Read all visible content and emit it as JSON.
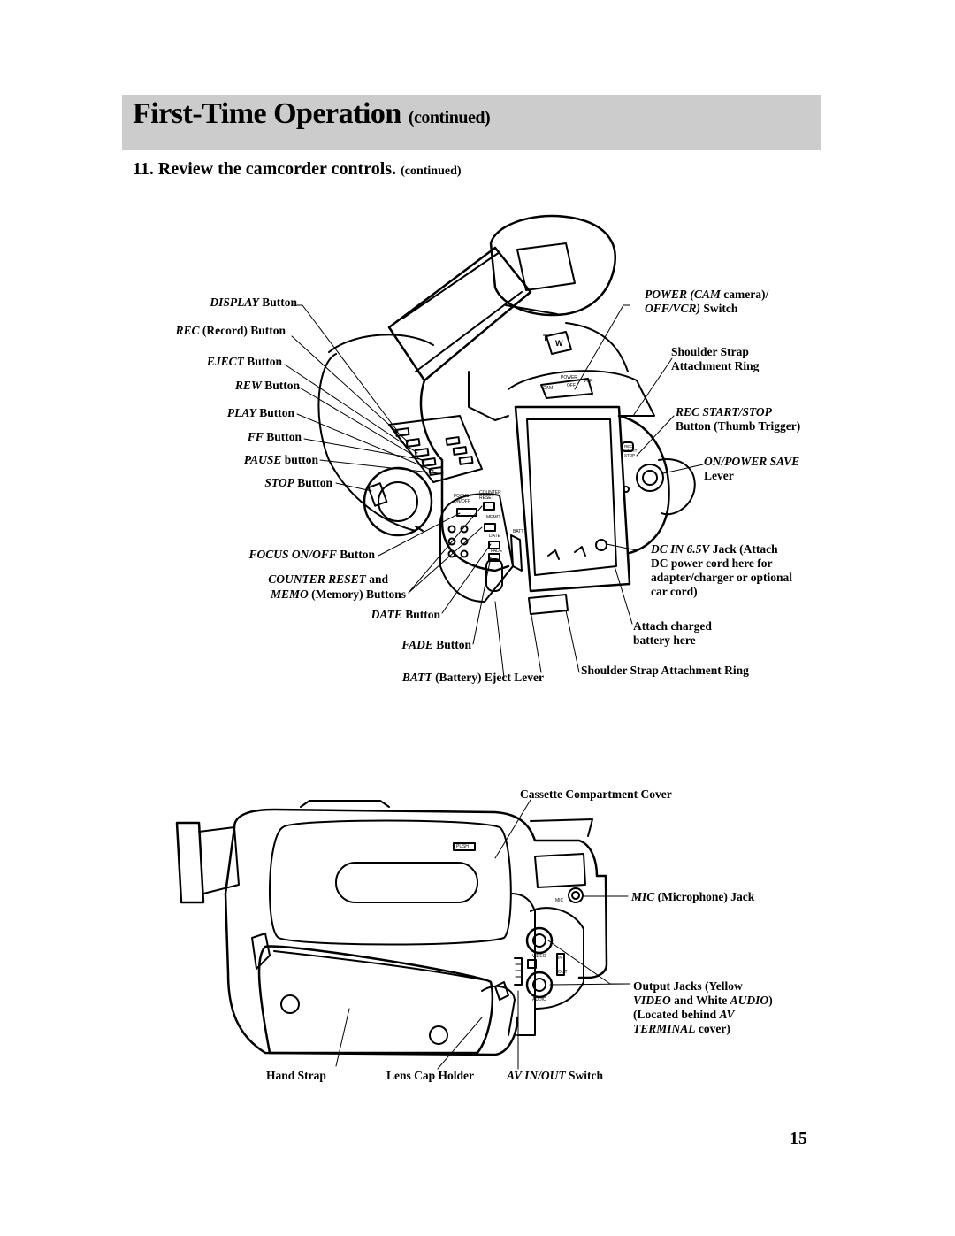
{
  "header": {
    "title": "First-Time Operation",
    "title_suffix": "(continued)"
  },
  "step": {
    "text": "11. Review the camcorder controls.",
    "suffix": "(continued)"
  },
  "top_labels": {
    "display_btn": {
      "em": "DISPLAY",
      "rest": " Button"
    },
    "rec_btn": {
      "em": "REC",
      "rest": " (Record) Button"
    },
    "eject_btn": {
      "em": "EJECT",
      "rest": " Button"
    },
    "rew_btn": {
      "em": "REW",
      "rest": " Button"
    },
    "play_btn": {
      "em": "PLAY",
      "rest": " Button"
    },
    "ff_btn": {
      "em": "FF",
      "rest": " Button"
    },
    "pause_btn": {
      "em": "PAUSE",
      "rest": " button"
    },
    "stop_btn": {
      "em": "STOP",
      "rest": " Button"
    },
    "focus_btn": {
      "em": "FOCUS ON/OFF",
      "rest": " Button"
    },
    "counter_reset_line1": {
      "em": "COUNTER RESET",
      "rest": " and"
    },
    "memo_line2": {
      "em": "MEMO",
      "rest": " (Memory) Buttons"
    },
    "date_btn": {
      "em": "DATE",
      "rest": " Button"
    },
    "fade_btn": {
      "em": "FADE",
      "rest": " Button"
    },
    "batt_lever": {
      "em": "BATT",
      "rest": " (Battery) Eject Lever"
    },
    "power_line1": {
      "em": "POWER (CAM",
      "rest": " camera)/"
    },
    "power_line2": {
      "em": "OFF/VCR)",
      "rest": " Switch"
    },
    "shoulder_ring_1": "Shoulder Strap",
    "shoulder_ring_2": "Attachment Ring",
    "rec_start_line1": {
      "em": "REC START/STOP",
      "rest": ""
    },
    "rec_start_line2": "Button (Thumb Trigger)",
    "on_power_line1": {
      "em": "ON/POWER SAVE",
      "rest": ""
    },
    "on_power_line2": "Lever",
    "dc_in_line1": {
      "em": "DC IN 6.5V",
      "rest": " Jack (Attach"
    },
    "dc_in_line2": "DC power cord here for",
    "dc_in_line3": "adapter/charger or optional",
    "dc_in_line4": "car cord)",
    "battery_line1": "Attach charged",
    "battery_line2": "battery here",
    "shoulder_ring_bottom": "Shoulder Strap Attachment Ring"
  },
  "camera_markings": {
    "focus": "FOCUS",
    "on_off": "ON/OFF",
    "counter": "COUNTER",
    "reset": "RESET",
    "memo": "MEMO",
    "date": "DATE",
    "fade": "FADE",
    "batt": "BATT",
    "cam": "CAM",
    "power": "POWER",
    "off": "OFF",
    "vcr": "VCR",
    "rec": "REC",
    "start": "START",
    "stop": "STOP",
    "t": "T",
    "w": "W",
    "push": "PUSH",
    "mic": "MIC",
    "video": "VIDEO",
    "audio": "AUDIO",
    "av_in": "IN",
    "av_out": "OUT"
  },
  "bottom_labels": {
    "cassette_cover": "Cassette Compartment Cover",
    "mic_jack": {
      "em": "MIC",
      "rest": " (Microphone) Jack"
    },
    "output_line1": "Output Jacks (Yellow",
    "output_line2": {
      "em": "VIDEO",
      "mid": " and White ",
      "em2": "AUDIO",
      "rest": ")"
    },
    "output_line3": {
      "pre": "(Located behind ",
      "em": "AV"
    },
    "output_line4": {
      "em": "TERMINAL",
      "rest": " cover)"
    },
    "hand_strap": "Hand Strap",
    "lens_cap_holder": "Lens Cap Holder",
    "av_switch": {
      "em": "AV IN/OUT",
      "rest": " Switch"
    }
  },
  "page_number": "15"
}
